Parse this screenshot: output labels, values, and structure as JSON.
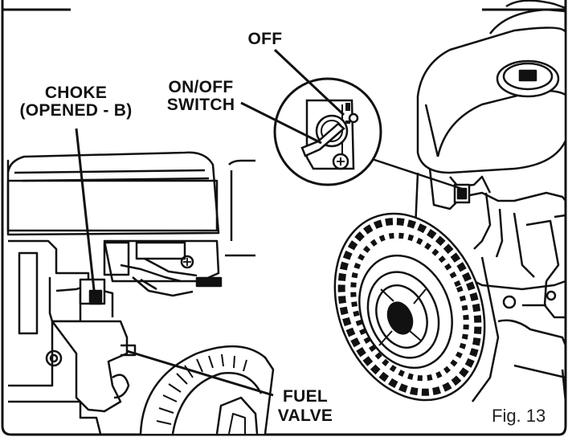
{
  "labels": {
    "off": "OFF",
    "on_off_line1": "ON/OFF",
    "on_off_line2": "SWITCH",
    "choke_line1": "CHOKE",
    "choke_line2": "(OPENED - B)",
    "fuel_line1": "FUEL",
    "fuel_line2": "VALVE"
  },
  "figure_number": "Fig. 13",
  "colors": {
    "line": "#111111",
    "background": "#ffffff",
    "tire": "#1a1a1a"
  }
}
